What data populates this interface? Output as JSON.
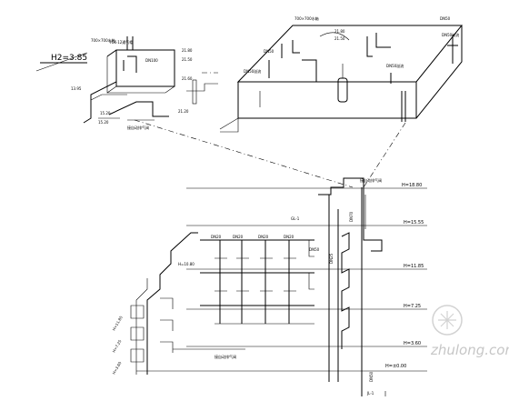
{
  "upper_left": {
    "elevation_mark": "H2=3.85",
    "tank_label": "700×700水箱",
    "vent_label": "YGK-12通气帽",
    "dim_dn100": "DN100",
    "elev_1": "21.80",
    "elev_2": "21.50",
    "elev_3": "21.60",
    "elev_4": "21.20",
    "elev_5": "13.95",
    "elev_6": "15.20",
    "elev_7": "15.20",
    "note": "接自动排气阀"
  },
  "upper_right": {
    "tank_label": "700×700水箱",
    "elev_top": "21.80",
    "elev_2": "21.50",
    "dn_1": "DN50",
    "dn_2": "DN50",
    "dn_3": "DN50溢流",
    "dn_4": "DN50溢流",
    "dn_5": "DN50溢流"
  },
  "lower": {
    "tag_top": "接自动排气阀",
    "roof_elev": "H=18.80",
    "fl_6": "H=15.55",
    "fl_5": "H=11.85",
    "fl_4": "H=7.25",
    "fl_3": "H=3.60",
    "fl_base": "H=±0.00",
    "left_fl_1": "H=11.85",
    "left_fl_2": "H=7.25",
    "left_fl_3": "H=3.60",
    "mid_fl": "H=10.80",
    "dn_label": "DN20",
    "dn_main": "DN70",
    "dn_riser": "DN50",
    "dn_base": "DN50",
    "riser_tag": "DN25",
    "bottom_note": "接自动排气阀",
    "label_jl": "JL-1",
    "label_gl": "GL-1"
  },
  "watermark": {
    "text": "zhulong.com"
  }
}
